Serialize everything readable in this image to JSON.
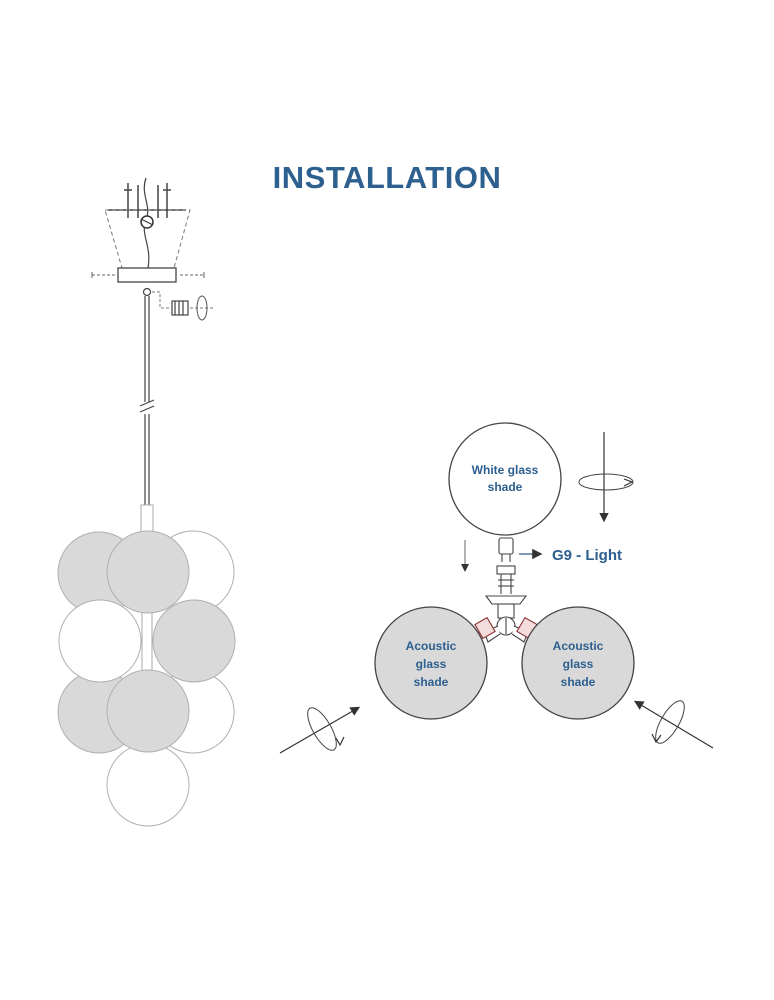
{
  "title": "INSTALLATION",
  "labels": {
    "white_shade": [
      "White glass",
      "shade"
    ],
    "g9": "G9 - Light",
    "acoustic_left": [
      "Acoustic",
      "glass",
      "shade"
    ],
    "acoustic_right": [
      "Acoustic",
      "glass",
      "shade"
    ]
  },
  "colors": {
    "title": "#2d5f8f",
    "acoustic_fill": "#d9d9d9",
    "line": "#555555"
  }
}
